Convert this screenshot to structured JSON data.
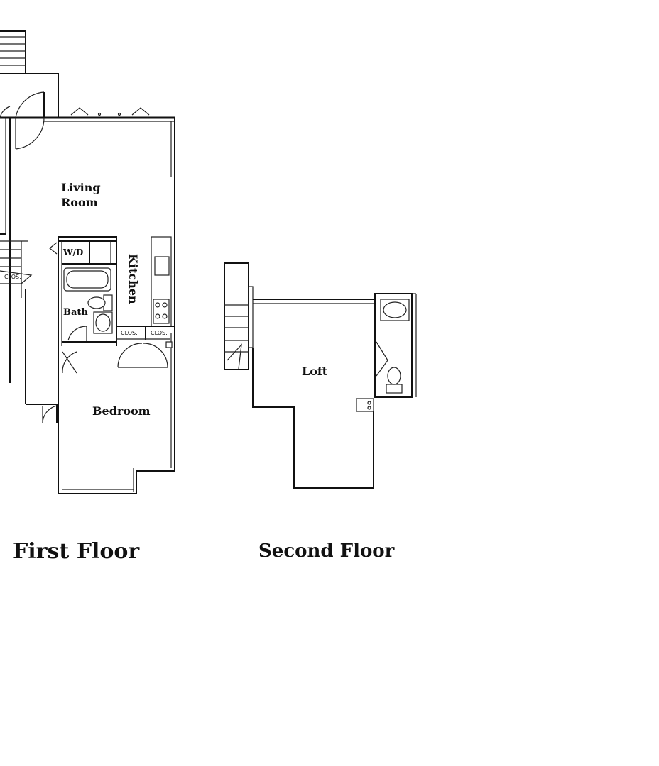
{
  "first_floor": {
    "title": "First Floor",
    "rooms": {
      "living_room_line1": "Living",
      "living_room_line2": "Room",
      "wd": "W/D",
      "kitchen": "Kitchen",
      "bath": "Bath",
      "bedroom": "Bedroom",
      "clos_left": "CLOS.",
      "clos_mid": "CLOS.",
      "clos_right": "CLOS."
    }
  },
  "second_floor": {
    "title": "Second Floor",
    "rooms": {
      "loft": "Loft"
    }
  }
}
